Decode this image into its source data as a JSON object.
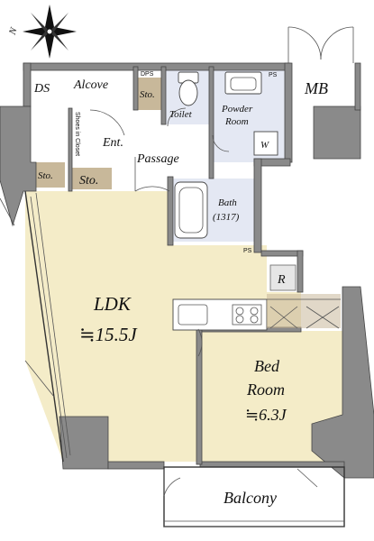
{
  "compass": {
    "north_label": "N"
  },
  "rooms": {
    "ds": "DS",
    "alcove": "Alcove",
    "dps": "DPS",
    "sto_top": "Sto.",
    "toilet": "Toilet",
    "powder_room_line1": "Powder",
    "powder_room_line2": "Room",
    "washer": "W",
    "ps": "PS",
    "mb": "MB",
    "shoes_in_closet": "Shoes in Closet",
    "entrance": "Ent.",
    "passage": "Passage",
    "sto_left": "Sto.",
    "sto_mid": "Sto.",
    "bath_line1": "Bath",
    "bath_line2": "(1317)",
    "refrigerator": "R",
    "ldk_name": "LDK",
    "ldk_size": "≒15.5J",
    "bed_line1": "Bed",
    "bed_line2": "Room",
    "bed_size": "≒6.3J",
    "balcony": "Balcony",
    "ps_small": "PS"
  },
  "colors": {
    "wall": "#8a8a8a",
    "ldk_floor": "#f4ecc8",
    "wet_area": "#e4e8f3",
    "storage": "#c8b89a"
  }
}
